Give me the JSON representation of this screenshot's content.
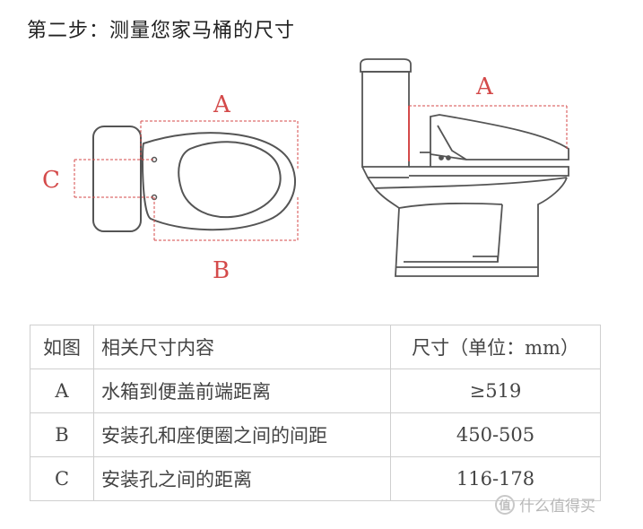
{
  "title": "第二步：测量您家马桶的尺寸",
  "diagram": {
    "labels": {
      "a_top": "A",
      "b_bottom": "B",
      "c_left": "C",
      "a_side": "A"
    },
    "accent_color": "#d44a4a",
    "line_color": "#555555"
  },
  "table": {
    "headers": [
      "如图",
      "相关尺寸内容",
      "尺寸（单位：mm）"
    ],
    "rows": [
      {
        "key": "A",
        "desc": "水箱到便盖前端距离",
        "value": "≥519"
      },
      {
        "key": "B",
        "desc": "安装孔和座便圈之间的间距",
        "value": "450-505"
      },
      {
        "key": "C",
        "desc": "安装孔之间的距离",
        "value": "116-178"
      }
    ]
  },
  "watermark": {
    "logo": "值",
    "text": "什么值得买"
  }
}
